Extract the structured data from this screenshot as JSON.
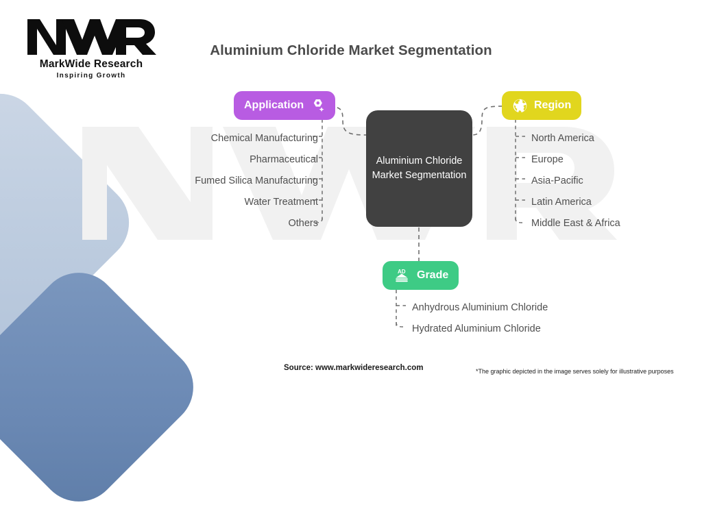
{
  "brand": {
    "logo_mark": "MWR",
    "name": "MarkWide Research",
    "tagline": "Inspiring Growth",
    "watermark": "MWR"
  },
  "title": "Aluminium Chloride Market Segmentation",
  "center_node": {
    "label": "Aluminium Chloride Market Segmentation",
    "color": "#414141",
    "text_color": "#ffffff"
  },
  "branches": [
    {
      "key": "application",
      "label": "Application",
      "color": "#b85ce2",
      "icon": "hex-nut-sparkle-icon",
      "icon_side": "right",
      "align": "right",
      "items": [
        "Chemical Manufacturing",
        "Pharmaceutical",
        "Fumed Silica Manufacturing",
        "Water Treatment",
        "Others"
      ]
    },
    {
      "key": "region",
      "label": "Region",
      "color": "#e1d61e",
      "icon": "globe-icon",
      "icon_side": "left",
      "align": "left",
      "items": [
        "North America",
        "Europe",
        "Asia-Pacific",
        "Latin America",
        "Middle East & Africa"
      ]
    },
    {
      "key": "grade",
      "label": "Grade",
      "color": "#3ecb85",
      "icon": "ad-billboard-icon",
      "icon_side": "left",
      "align": "left",
      "items": [
        "Anhydrous Aluminium Chloride",
        "Hydrated Aluminium Chloride"
      ]
    }
  ],
  "footer": {
    "source": "Source: www.markwideresearch.com",
    "disclaimer": "*The graphic depicted in the image serves solely for illustrative purposes"
  },
  "palette": {
    "background": "#ffffff",
    "title_text": "#4b4b4b",
    "leaf_text": "#4f4f4f",
    "connector": "#6f6f6f",
    "decor_light": "#c2d0e1",
    "decor_dark": "#6b89b4"
  }
}
